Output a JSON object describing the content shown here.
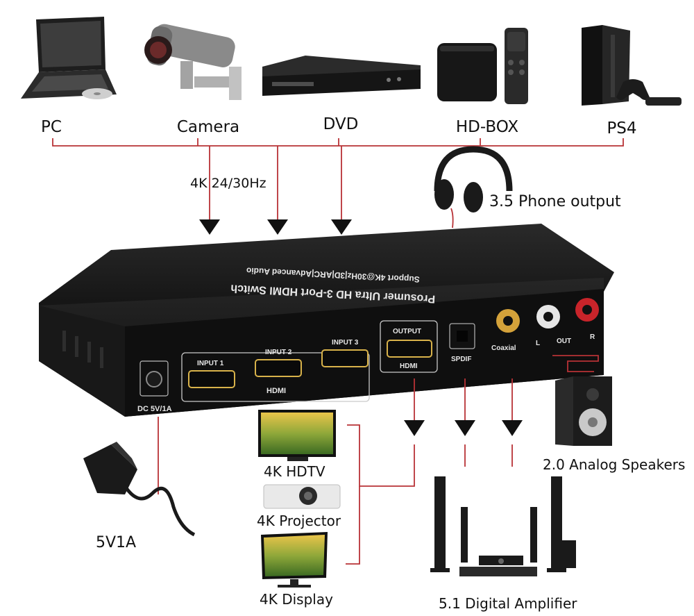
{
  "sources": {
    "pc": "PC",
    "camera": "Camera",
    "dvd": "DVD",
    "hdbox": "HD-BOX",
    "ps4": "PS4"
  },
  "resolution_note": "4K 24/30Hz",
  "phone_output": "3.5 Phone output",
  "switch": {
    "title": "Prosumer Ultra HD 3-Port HDMI Switch",
    "subtitle": "Support 4K@30Hz|3D|ARC|Advanced Audio",
    "input1": "INPUT 1",
    "input2": "INPUT 2",
    "input3": "INPUT 3",
    "hdmi_group": "HDMI",
    "output": "OUTPUT",
    "output_hdmi": "HDMI",
    "spdif": "SPDIF",
    "coaxial": "Coaxial",
    "out_l": "L",
    "out_mid": "OUT",
    "out_r": "R",
    "dc": "DC 5V/1A"
  },
  "power_adapter": "5V1A",
  "displays": {
    "hdtv": "4K HDTV",
    "projector": "4K Projector",
    "display": "4K Display"
  },
  "speakers": "2.0 Analog Speakers",
  "amplifier": "5.1 Digital Amplifier",
  "colors": {
    "wire": "#b83236",
    "arrow": "#111111",
    "device_body": "#1c1c1c",
    "label_text": "#111111"
  }
}
